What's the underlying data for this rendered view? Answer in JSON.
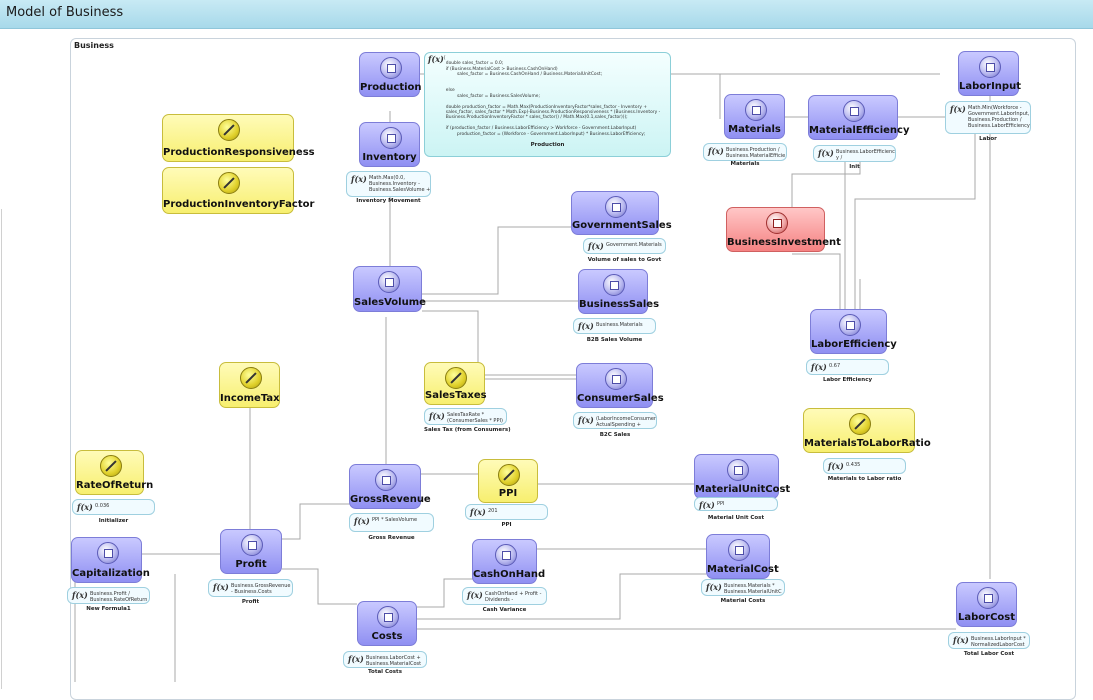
{
  "window": {
    "title": "Model of Business"
  },
  "frame": {
    "label": "Business"
  },
  "nodes": {
    "production": "Production",
    "inventory": "Inventory",
    "production_responsiveness": "ProductionResponsiveness",
    "production_inventory_factor": "ProductionInventoryFactor",
    "materials": "Materials",
    "material_efficiency": "MaterialEfficiency",
    "labor_input": "LaborInput",
    "government_sales": "GovernmentSales",
    "business_sales": "BusinessSales",
    "business_investment": "BusinessInvestment",
    "sales_volume": "SalesVolume",
    "labor_efficiency": "LaborEfficiency",
    "income_tax": "IncomeTax",
    "sales_taxes": "SalesTaxes",
    "consumer_sales": "ConsumerSales",
    "materials_to_labor_ratio": "MaterialsToLaborRatio",
    "rate_of_return": "RateOfReturn",
    "gross_revenue": "GrossRevenue",
    "ppi": "PPI",
    "material_unit_cost": "MaterialUnitCost",
    "capitalization": "Capitalization",
    "profit": "Profit",
    "cash_on_hand": "CashOnHand",
    "material_cost": "MaterialCost",
    "costs": "Costs",
    "labor_cost": "LaborCost"
  },
  "formulas": {
    "fx_symbol": "f(x)",
    "production": {
      "code": "{\n  double sales_factor = 0.0;\n  if (Business.MaterialCost > Business.CashOnHand)\n          sales_factor = Business.CashOnHand / Business.MaterialUnitCost;\n\n\n  else\n          sales_factor = Business.SalesVolume;\n\n  double production_factor = Math.Max(ProductionInventoryFactor*sales_factor - Inventory +\n  sales_factor, sales_factor * Math.Exp(-Business.ProductionResponsiveness * (Business.Inventory -\n  Business.ProductionInventoryFactor * sales_factor)) / Math.Max(0.1,sales_factor)));\n\n  if (production_factor / Business.LaborEfficiency > Workforce - Government.LaborInput)\n          production_factor = (Workforce - Government.LaborInput) * Business.LaborEfficiency;",
      "caption": "Production"
    },
    "inventory": {
      "code": "Math.Max(0.0,\nBusiness.Inventory -\nBusiness.SalesVolume +",
      "caption": "Inventory Movement"
    },
    "materials": {
      "code": "Business.Production /\nBusiness.MaterialEfficie",
      "caption": "Materials"
    },
    "material_efficiency": {
      "code": "Business.LaborEfficienc\ny /",
      "caption": "Init"
    },
    "labor_input": {
      "code": "Math.Min(Workforce -\nGovernment.LaborInput,\nBusiness.Production /\nBusiness.LaborEfficiency",
      "caption": "Labor"
    },
    "government_sales": {
      "code": "Government.Materials",
      "caption": "Volume of sales to Govt"
    },
    "business_sales": {
      "code": "Business.Materials",
      "caption": "B2B Sales Volume"
    },
    "labor_efficiency": {
      "code": "0.67",
      "caption": "Labor Efficiency"
    },
    "sales_taxes": {
      "code": "SalesTaxRate *\n(ConsumerSales * PPI)",
      "caption": "Sales Tax (from Consumers)"
    },
    "consumer_sales": {
      "code": "(LaborIncomeConsumer.\nActualSpending +",
      "caption": "B2C Sales"
    },
    "materials_to_labor_ratio": {
      "code": "0.435",
      "caption": "Materials to Labor ratio"
    },
    "rate_of_return": {
      "code": "0.036",
      "caption": "Initializer"
    },
    "gross_revenue": {
      "code": "PPI * SalesVolume",
      "caption": "Gross Revenue"
    },
    "ppi": {
      "code": "201",
      "caption": "PPI"
    },
    "material_unit_cost": {
      "code": "PPI",
      "caption": "Material Unit Cost"
    },
    "capitalization": {
      "code": "Business.Profit /\nBusiness.RateOfReturn",
      "caption": "New Formula1"
    },
    "profit": {
      "code": "Business.GrossRevenue\n- Business.Costs",
      "caption": "Profit"
    },
    "cash_on_hand": {
      "code": "CashOnHand + Profit -\nDividends -",
      "caption": "Cash Variance"
    },
    "material_cost": {
      "code": "Business.Materials *\nBusiness.MaterialUnitC",
      "caption": "Material Costs"
    },
    "costs": {
      "code": "Business.LaborCost +\nBusiness.MaterialCost",
      "caption": "Total Costs"
    },
    "labor_cost": {
      "code": "Business.LaborInput *\nNormalizedLaborCost",
      "caption": "Total Labor Cost"
    }
  },
  "colors": {
    "variable": "#9a9af4",
    "parameter": "#f7ef6f",
    "external": "#f58282",
    "formula_bg": "#f1fbff"
  }
}
